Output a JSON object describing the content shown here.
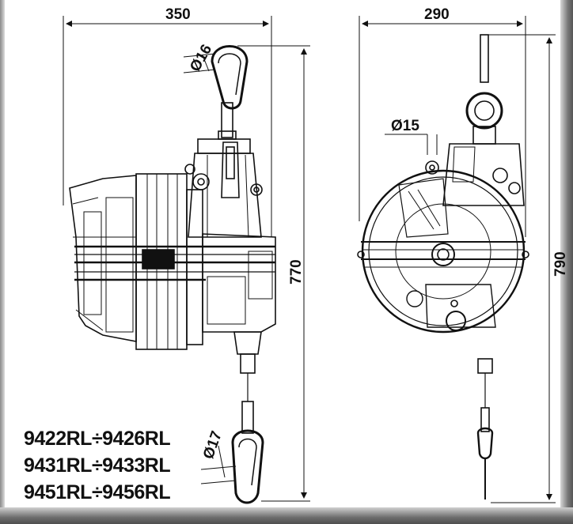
{
  "dimensions": {
    "side_width": "350",
    "side_height": "770",
    "hook_top_diameter": "Ø16",
    "hook_bottom_diameter": "Ø17",
    "front_width": "290",
    "front_height": "790",
    "eye_diameter": "Ø15"
  },
  "models": [
    "9422RL÷9426RL",
    "9431RL÷9433RL",
    "9451RL÷9456RL"
  ],
  "colors": {
    "line": "#111111",
    "background": "#ffffff",
    "frame_shadow": "#6e6e6e"
  }
}
